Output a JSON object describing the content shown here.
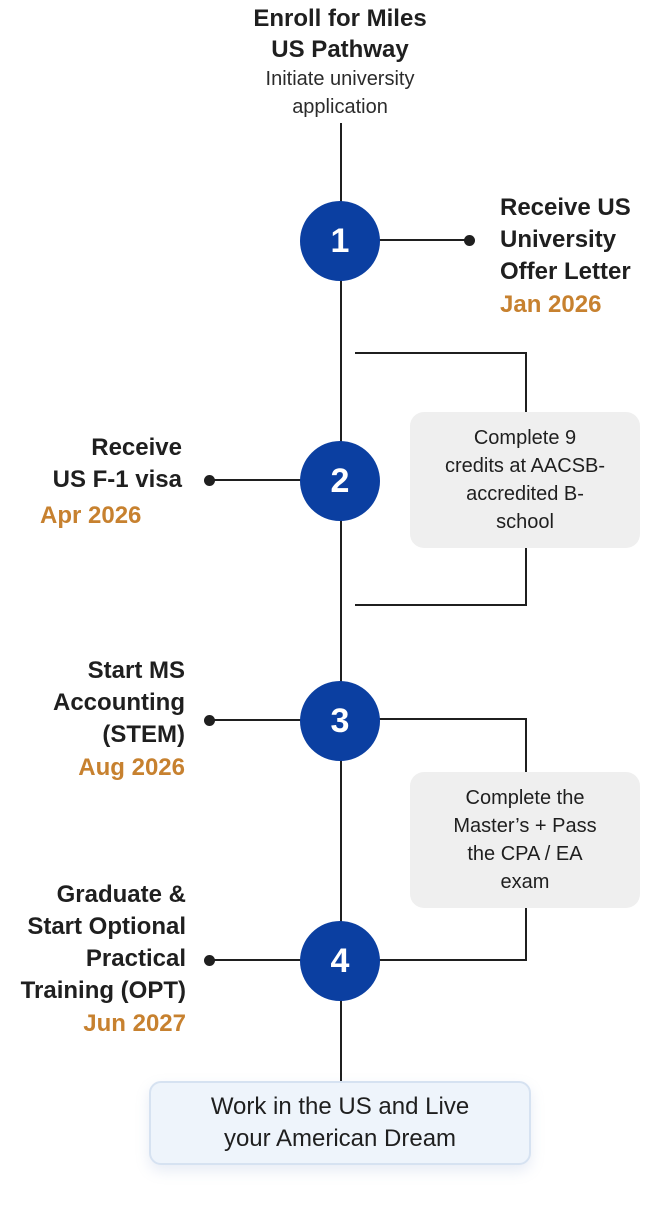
{
  "header": {
    "title_line1": "Enroll for Miles",
    "title_line2": "US Pathway",
    "sub_line1": "Initiate university",
    "sub_line2": "application"
  },
  "steps": [
    {
      "number": "1",
      "lines": [
        "Receive US",
        "University",
        "Offer Letter"
      ],
      "date": "Jan 2026"
    },
    {
      "number": "2",
      "lines": [
        "Receive",
        "US F-1 visa"
      ],
      "date": "Apr 2026"
    },
    {
      "number": "3",
      "lines": [
        "Start MS",
        "Accounting",
        "(STEM)"
      ],
      "date": "Aug 2026"
    },
    {
      "number": "4",
      "lines": [
        "Graduate &",
        "Start Optional",
        "Practical",
        "Training (OPT)"
      ],
      "date": "Jun 2027"
    }
  ],
  "notes": [
    {
      "lines": [
        "Complete 9",
        "credits at AACSB-",
        "accredited B-",
        "school"
      ]
    },
    {
      "lines": [
        "Complete the",
        "Master’s + Pass",
        "the CPA / EA",
        "exam"
      ]
    }
  ],
  "final": {
    "line1": "Work in the US and Live",
    "line2": "your American Dream"
  }
}
